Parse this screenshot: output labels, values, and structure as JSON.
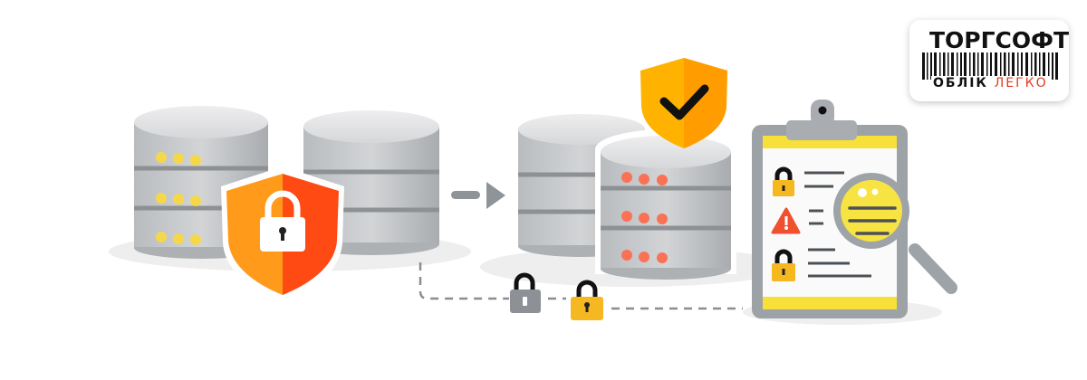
{
  "logo": {
    "brand": "ТОРГСОФТ",
    "tagline_part1": "ОБЛІК",
    "tagline_part2": "ЛЕГКО",
    "colors": {
      "text": "#111111",
      "accent": "#e53a1e"
    }
  },
  "illustration": {
    "left_group": {
      "databases": 2,
      "indicator_color": "#f5d84a",
      "shield_icon": "lock-shield-icon",
      "shield_colors": [
        "#ff9a1a",
        "#ff4a14"
      ]
    },
    "arrow_icon": "arrow-right-icon",
    "middle_group": {
      "databases": 2,
      "indicator_color": "#fb7155",
      "shield_icon": "check-shield-icon",
      "shield_colors": [
        "#ffb300",
        "#ff9800"
      ]
    },
    "connector": {
      "style": "dashed",
      "locks": [
        {
          "icon": "lock-icon",
          "color": "#8d9196"
        },
        {
          "icon": "lock-icon",
          "color": "#f5b820"
        }
      ]
    },
    "audit_clipboard": {
      "items": [
        {
          "icon": "lock-icon",
          "color": "#f5b820"
        },
        {
          "icon": "warning-icon",
          "color": "#f0502e"
        },
        {
          "icon": "lock-icon",
          "color": "#f5b820"
        }
      ],
      "magnifier_icon": "magnifier-icon",
      "accent": "#f7e03a"
    }
  }
}
